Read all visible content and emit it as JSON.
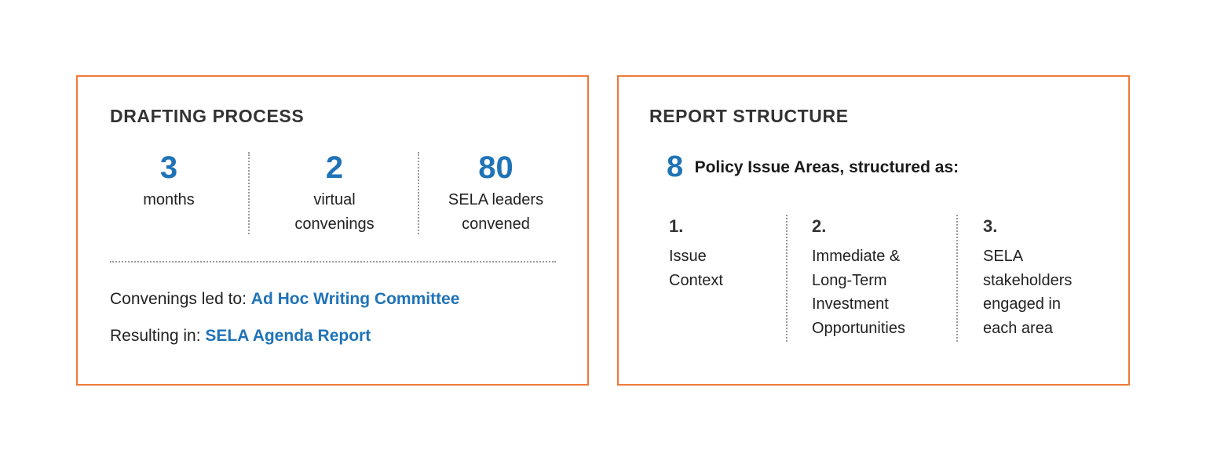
{
  "colors": {
    "accent_border": "#f07a3a",
    "highlight_blue": "#1f73b7"
  },
  "drafting_process": {
    "title": "DRAFTING PROCESS",
    "stats": [
      {
        "value": "3",
        "label": "months"
      },
      {
        "value": "2",
        "label": "virtual convenings"
      },
      {
        "value": "80",
        "label": "SELA leaders convened"
      }
    ],
    "convenings_prefix": "Convenings led to:",
    "convenings_result": "Ad Hoc Writing Committee",
    "resulting_prefix": "Resulting in:",
    "resulting_result": "SELA Agenda Report"
  },
  "report_structure": {
    "title": "REPORT STRUCTURE",
    "count": "8",
    "headline": "Policy Issue Areas, structured as:",
    "columns": [
      {
        "number": "1.",
        "text": "Issue\nContext"
      },
      {
        "number": "2.",
        "text": "Immediate &\nLong-Term\nInvestment\nOpportunities"
      },
      {
        "number": "3.",
        "text": "SELA\nstakeholders\nengaged in\neach area"
      }
    ]
  }
}
